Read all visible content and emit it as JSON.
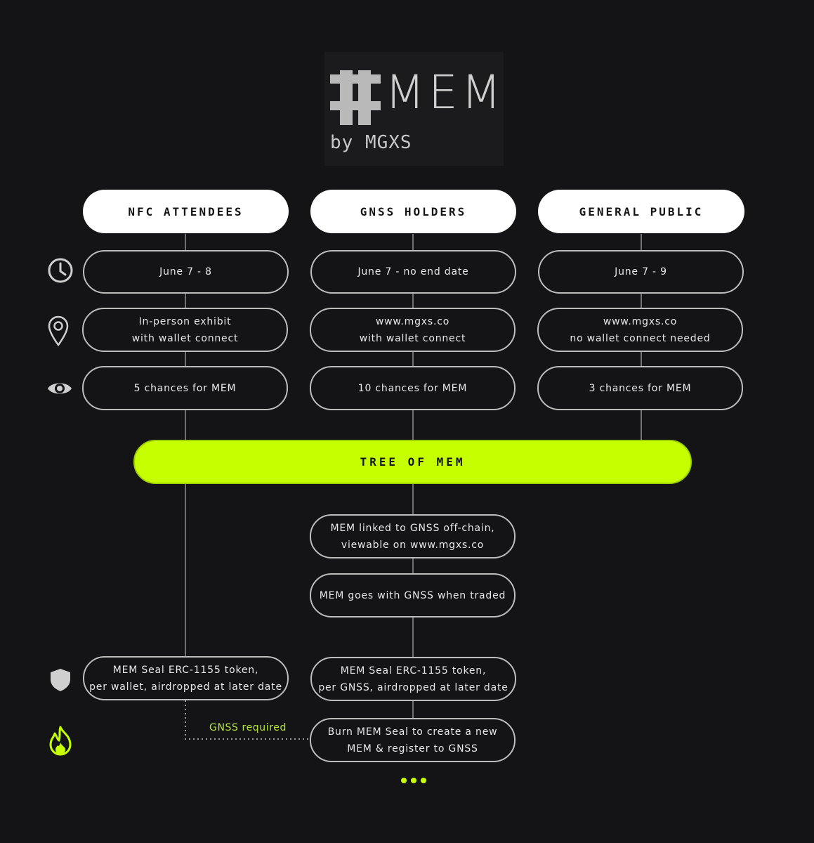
{
  "logo": {
    "brand": "MEM",
    "byline": "by MGXS"
  },
  "columns": [
    {
      "header": "NFC ATTENDEES",
      "date": "June 7 - 8",
      "location": "In-person exhibit\nwith wallet connect",
      "chances": "5 chances for MEM"
    },
    {
      "header": "GNSS HOLDERS",
      "date": "June 7 - no end date",
      "location": "www.mgxs.co\nwith wallet connect",
      "chances": "10 chances for MEM"
    },
    {
      "header": "GENERAL PUBLIC",
      "date": "June 7 - 9",
      "location": "www.mgxs.co\nno wallet connect needed",
      "chances": "3 chances for MEM"
    }
  ],
  "tree": {
    "label": "TREE OF MEM"
  },
  "gnss_branch": {
    "linked": "MEM linked to GNSS off-chain,\nviewable on www.mgxs.co",
    "traded": "MEM goes with GNSS when traded",
    "seal": "MEM Seal ERC-1155 token,\nper GNSS, airdropped at later date",
    "burn": "Burn MEM Seal to create a new\nMEM & register to GNSS"
  },
  "nfc_branch": {
    "seal": "MEM Seal ERC-1155 token,\nper wallet, airdropped at later date",
    "connector_label": "GNSS required"
  },
  "icons": {
    "row_date": "clock-icon",
    "row_location": "location-pin-icon",
    "row_chances": "eye-icon",
    "row_seal": "shield-icon",
    "row_burn": "fire-icon",
    "continuation": "ellipsis-icon"
  },
  "colors": {
    "background": "#141416",
    "accent": "#c6ff00",
    "pill_border": "#bdbdbd",
    "header_fill": "#ffffff"
  }
}
